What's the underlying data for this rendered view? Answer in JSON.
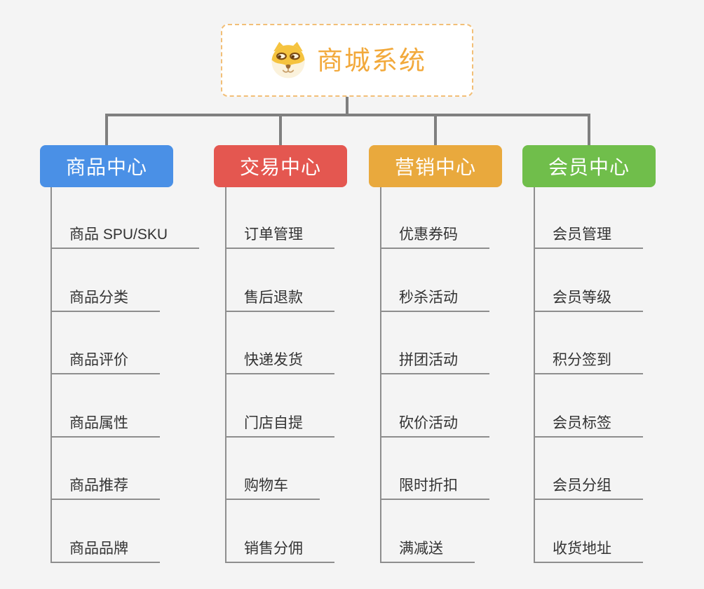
{
  "page": {
    "background_color": "#F4F4F4"
  },
  "root": {
    "title": "商城系统",
    "icon": "dog-icon",
    "title_color": "#F2A93B",
    "border_color": "#F2BF77"
  },
  "connector_color": "#7F7F7F",
  "child_line_color": "#8E8E8E",
  "branches": [
    {
      "label": "商品中心",
      "color": "#4A90E6",
      "children": [
        "商品 SPU/SKU",
        "商品分类",
        "商品评价",
        "商品属性",
        "商品推荐",
        "商品品牌"
      ]
    },
    {
      "label": "交易中心",
      "color": "#E45750",
      "children": [
        "订单管理",
        "售后退款",
        "快递发货",
        "门店自提",
        "购物车",
        "销售分佣"
      ]
    },
    {
      "label": "营销中心",
      "color": "#E9A93D",
      "children": [
        "优惠券码",
        "秒杀活动",
        "拼团活动",
        "砍价活动",
        "限时折扣",
        "满减送"
      ]
    },
    {
      "label": "会员中心",
      "color": "#70BE4B",
      "children": [
        "会员管理",
        "会员等级",
        "积分签到",
        "会员标签",
        "会员分组",
        "收货地址"
      ]
    }
  ]
}
